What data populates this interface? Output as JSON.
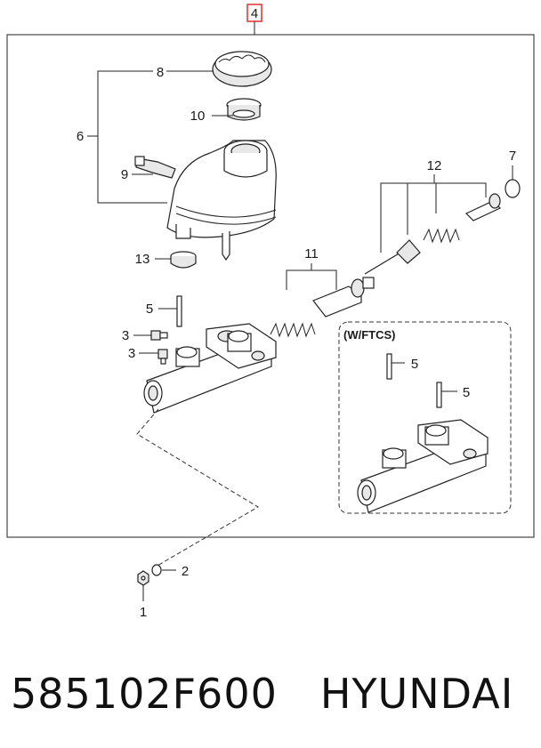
{
  "diagram": {
    "assembly_ref": "4",
    "variant_label": "(W/FTCS)",
    "callouts": {
      "c1": "1",
      "c2": "2",
      "c3a": "3",
      "c3b": "3",
      "c5": "5",
      "c5b": "5",
      "c5c": "5",
      "c6": "6",
      "c7": "7",
      "c8": "8",
      "c9": "9",
      "c10": "10",
      "c11": "11",
      "c12": "12",
      "c13": "13"
    }
  },
  "caption": {
    "part_number": "585102F600",
    "brand": "HYUNDAI"
  }
}
